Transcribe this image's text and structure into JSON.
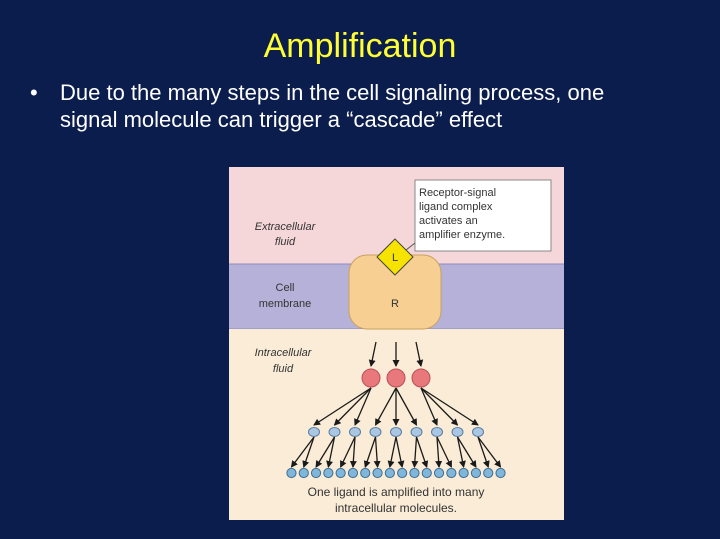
{
  "slide": {
    "title": "Amplification",
    "bullet_line1": "Due to the many steps in the cell signaling process, one",
    "bullet_line2": "signal molecule can trigger a “cascade” effect"
  },
  "diagram": {
    "extracellular_line1": "Extracellular",
    "extracellular_line2": "fluid",
    "membrane_line1": "Cell",
    "membrane_line2": "membrane",
    "intracellular_line1": "Intracellular",
    "intracellular_line2": "fluid",
    "callout_line1": "Receptor-signal",
    "callout_line2": "ligand complex",
    "callout_line3": "activates an",
    "callout_line4": "amplifier enzyme.",
    "ligand_label": "L",
    "receptor_label": "R",
    "caption_line1": "One ligand is amplified into many",
    "caption_line2": "intracellular molecules.",
    "level_counts": [
      1,
      3,
      9,
      18
    ],
    "colors": {
      "extracellular": "#f6d7d9",
      "membrane": "#b5b1d9",
      "intracellular": "#faecd6",
      "receptor": "#f7cf93",
      "ligand": "#f6e400",
      "enzyme": "#e8787c",
      "level3": "#a9c6e2",
      "level4": "#7fb6d9"
    }
  }
}
